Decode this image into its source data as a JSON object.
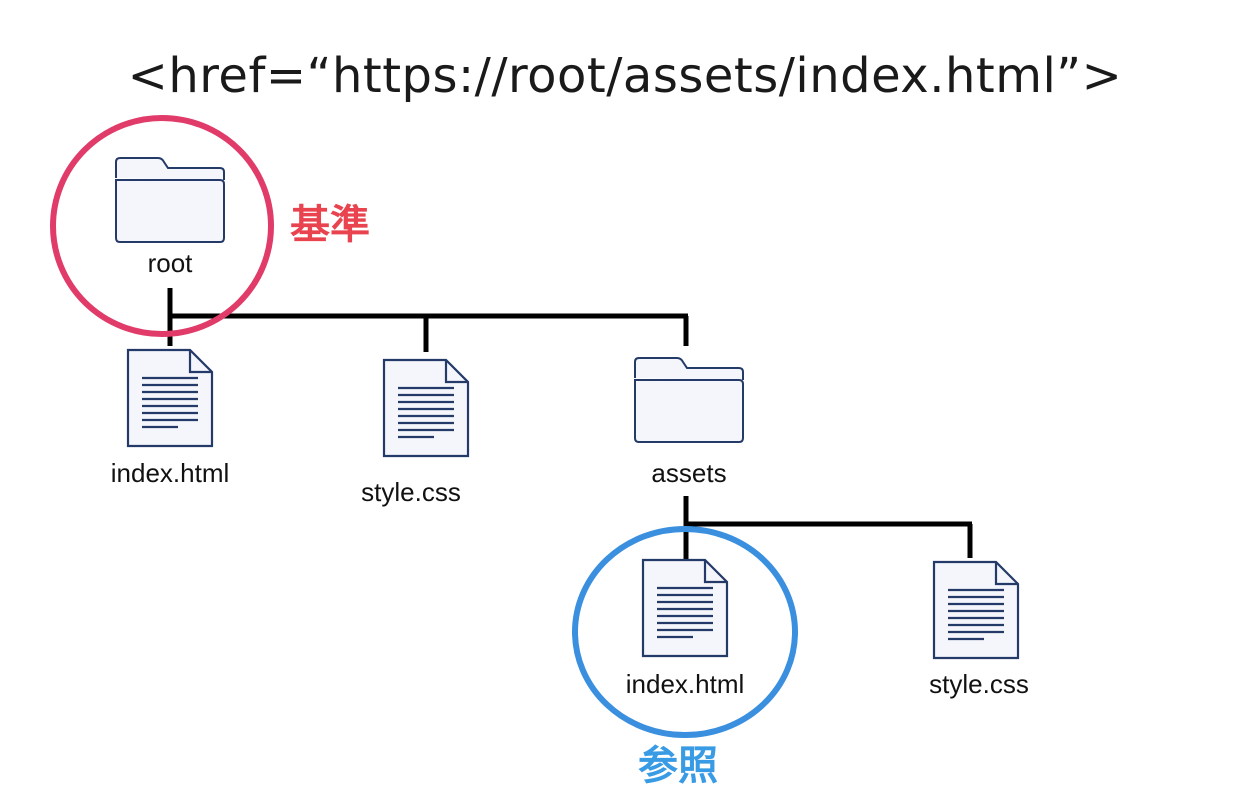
{
  "title": "<href=“https://root/assets/index.html”>",
  "nodes": {
    "root": {
      "label": "root",
      "icon": "folder-icon"
    },
    "root_index": {
      "label": "index.html",
      "icon": "document-icon"
    },
    "root_style": {
      "label": "style.css",
      "icon": "document-icon"
    },
    "assets": {
      "label": "assets",
      "icon": "folder-icon"
    },
    "assets_index": {
      "label": "index.html",
      "icon": "document-icon"
    },
    "assets_style": {
      "label": "style.css",
      "icon": "document-icon"
    }
  },
  "annotations": {
    "base": {
      "label": "基準",
      "color": "#e8434f"
    },
    "reference": {
      "label": "参照",
      "color": "#3a9be5"
    }
  },
  "colors": {
    "icon_fill": "#f5f6fb",
    "icon_stroke": "#243a68",
    "line": "#000000"
  }
}
